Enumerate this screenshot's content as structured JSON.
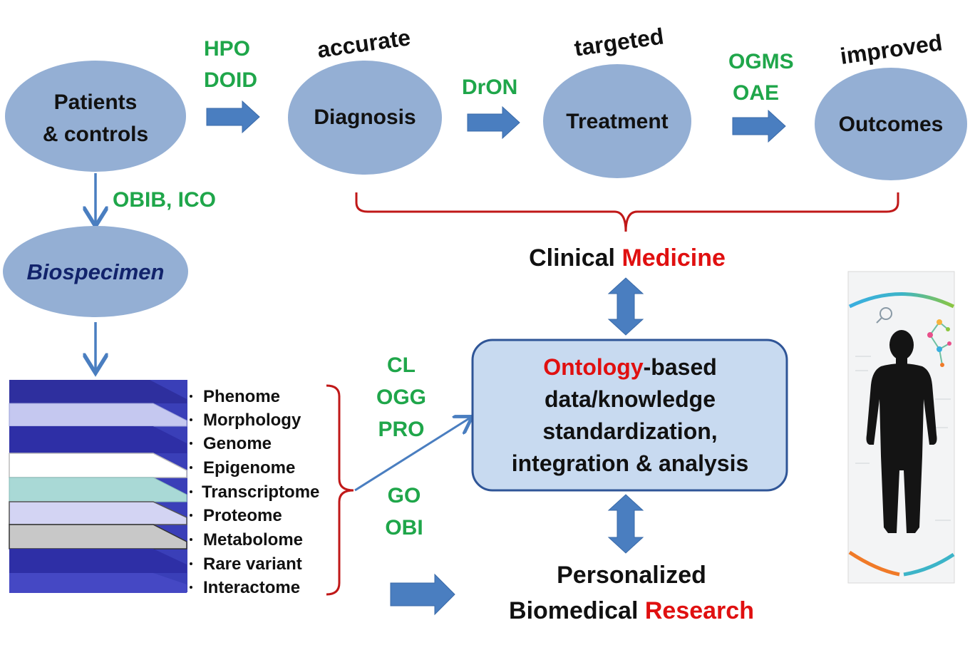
{
  "nodes": {
    "patients": [
      "Patients",
      "& controls"
    ],
    "diagnosis": "Diagnosis",
    "treatment": "Treatment",
    "outcomes": "Outcomes",
    "biospecimen": "Biospecimen"
  },
  "qualifiers": {
    "accurate": "accurate",
    "targeted": "targeted",
    "improved": "improved"
  },
  "ontologies": {
    "hpo": "HPO",
    "doid": "DOID",
    "dron": "DrON",
    "ogms": "OGMS",
    "oae": "OAE",
    "obib_ico": "OBIB, ICO",
    "cl": "CL",
    "ogg": "OGG",
    "pro": "PRO",
    "go": "GO",
    "obi": "OBI"
  },
  "clinical": {
    "prefix": "Clinical ",
    "highlight": "Medicine"
  },
  "center_box": {
    "highlight": "Ontology",
    "line1_rest": "-based",
    "line2": "data/knowledge",
    "line3": "standardization,",
    "line4": "integration & analysis"
  },
  "research": {
    "line1": "Personalized",
    "line2_prefix": "Biomedical ",
    "highlight": "Research"
  },
  "omics_layers": [
    "Phenome",
    "Morphology",
    "Genome",
    "Epigenome",
    "Transcriptome",
    "Proteome",
    "Metabolome",
    "Rare variant",
    "Interactome"
  ],
  "colors": {
    "node_fill": "#94afd4",
    "arrow_fill": "#4a7ec0",
    "ontology_green": "#1fa64a",
    "highlight_red": "#e01010",
    "bracket_red": "#c01818",
    "box_fill": "#c8daf0",
    "box_stroke": "#2f5597"
  },
  "image_icons": [
    "human-silhouette-icon",
    "magnifier-icon",
    "molecule-icon"
  ]
}
